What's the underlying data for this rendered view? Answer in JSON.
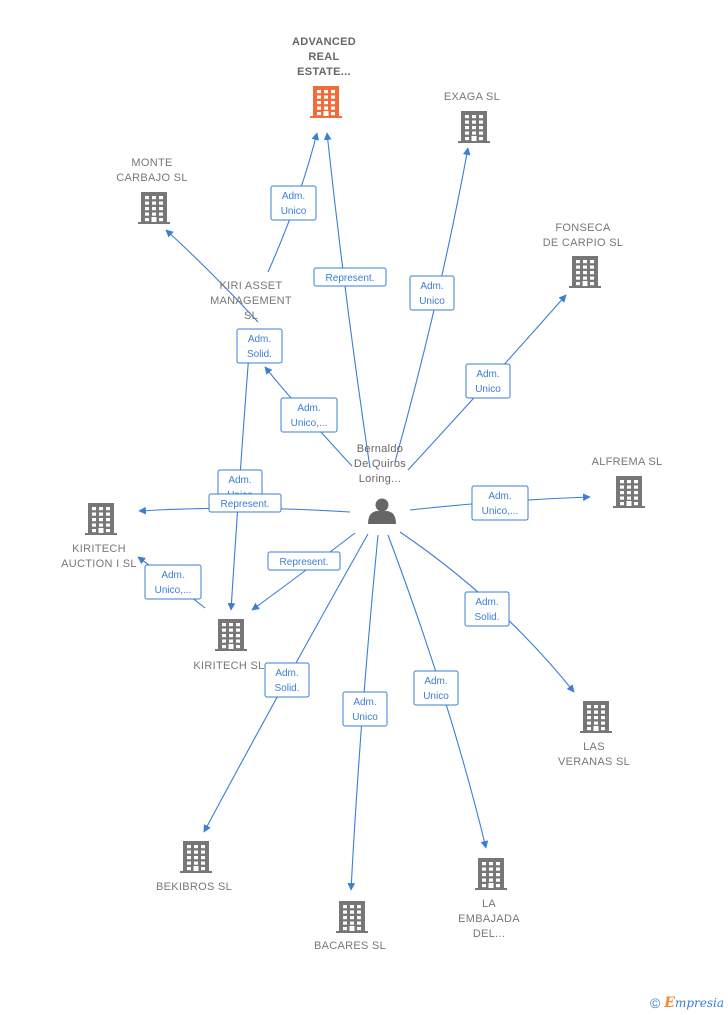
{
  "nodes": [
    {
      "id": "advanced",
      "kind": "company-main",
      "lines": [
        "ADVANCED",
        "REAL",
        "ESTATE..."
      ]
    },
    {
      "id": "exaga",
      "kind": "company",
      "lines": [
        "EXAGA  SL"
      ]
    },
    {
      "id": "monte",
      "kind": "company",
      "lines": [
        "MONTE",
        "CARBAJO  SL"
      ]
    },
    {
      "id": "fonseca",
      "kind": "company",
      "lines": [
        "FONSECA",
        "DE CARPIO  SL"
      ]
    },
    {
      "id": "kiri",
      "kind": "company-label-only",
      "lines": [
        "KIRI ASSET",
        "MANAGEMENT",
        "SL"
      ]
    },
    {
      "id": "alfrema",
      "kind": "company",
      "lines": [
        "ALFREMA  SL"
      ]
    },
    {
      "id": "kiritech-auction",
      "kind": "company",
      "lines": [
        "KIRITECH",
        "AUCTION I  SL"
      ]
    },
    {
      "id": "kiritech",
      "kind": "company",
      "lines": [
        "KIRITECH  SL"
      ]
    },
    {
      "id": "las-veranas",
      "kind": "company",
      "lines": [
        "LAS",
        "VERANAS  SL"
      ]
    },
    {
      "id": "bekibros",
      "kind": "company",
      "lines": [
        "BEKIBROS SL"
      ]
    },
    {
      "id": "bacares",
      "kind": "company",
      "lines": [
        "BACARES  SL"
      ]
    },
    {
      "id": "la-embajada",
      "kind": "company",
      "lines": [
        "LA",
        "EMBAJADA",
        "DEL..."
      ]
    },
    {
      "id": "person",
      "kind": "person",
      "lines": [
        "Bernaldo",
        "De Quiros",
        "Loring..."
      ]
    }
  ],
  "edges": [
    {
      "id": "person-advanced",
      "lines": [
        "Represent."
      ]
    },
    {
      "id": "kiri-advanced",
      "lines": [
        "Adm.",
        "Unico"
      ]
    },
    {
      "id": "person-exaga",
      "lines": [
        "Adm.",
        "Unico"
      ]
    },
    {
      "id": "person-fonseca",
      "lines": [
        "Adm.",
        "Unico"
      ]
    },
    {
      "id": "kiri-monte",
      "lines": [
        "Adm.",
        "Solid."
      ]
    },
    {
      "id": "person-kiri",
      "lines": [
        "Adm.",
        "Unico,..."
      ]
    },
    {
      "id": "kiri-kiritech",
      "lines": [
        "Adm.",
        "Unico"
      ]
    },
    {
      "id": "person-kiritech-auction",
      "lines": [
        "Represent."
      ]
    },
    {
      "id": "kiritech-kiritech-auction",
      "lines": [
        "Adm.",
        "Unico,..."
      ]
    },
    {
      "id": "person-alfrema",
      "lines": [
        "Adm.",
        "Unico,..."
      ]
    },
    {
      "id": "person-kiritech",
      "lines": [
        "Represent."
      ]
    },
    {
      "id": "person-las-veranas",
      "lines": [
        "Adm.",
        "Solid."
      ]
    },
    {
      "id": "person-bekibros",
      "lines": [
        "Adm.",
        "Solid."
      ]
    },
    {
      "id": "person-bacares",
      "lines": [
        "Adm.",
        "Unico"
      ]
    },
    {
      "id": "person-la-embajada",
      "lines": [
        "Adm.",
        "Unico"
      ]
    }
  ],
  "colors": {
    "edge": "#3a7fd5",
    "building": "#777777",
    "building_main": "#f26b3a",
    "person": "#666666"
  },
  "footer": {
    "copyright": "©",
    "brand_initial": "E",
    "brand_rest": "mpresia"
  }
}
